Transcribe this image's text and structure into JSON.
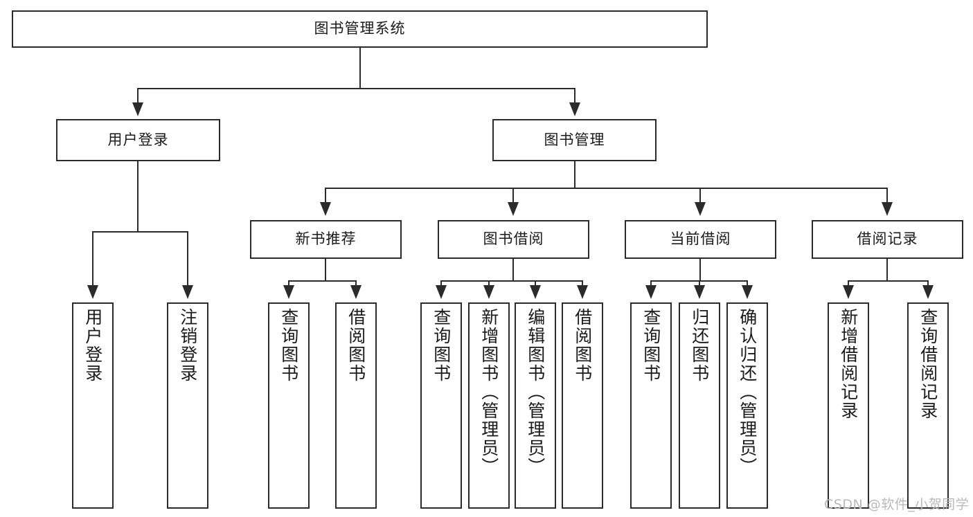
{
  "diagram": {
    "title": "图书管理系统",
    "type": "functional-structure-tree",
    "root": {
      "label": "图书管理系统"
    },
    "level2": [
      {
        "label": "用户登录"
      },
      {
        "label": "图书管理"
      }
    ],
    "level3": [
      {
        "label": "新书推荐"
      },
      {
        "label": "图书借阅"
      },
      {
        "label": "当前借阅"
      },
      {
        "label": "借阅记录"
      }
    ],
    "leaves": {
      "user_login": [
        {
          "label": "用户登录"
        },
        {
          "label": "注销登录"
        }
      ],
      "new_book_recommend": [
        {
          "label": "查询图书"
        },
        {
          "label": "借阅图书"
        }
      ],
      "book_borrow": [
        {
          "label": "查询图书"
        },
        {
          "label": "新增图书（管理员）"
        },
        {
          "label": "编辑图书（管理员）"
        },
        {
          "label": "借阅图书"
        }
      ],
      "current_borrow": [
        {
          "label": "查询图书"
        },
        {
          "label": "归还图书"
        },
        {
          "label": "确认归还（管理员）"
        }
      ],
      "borrow_record": [
        {
          "label": "新增借阅记录"
        },
        {
          "label": "查询借阅记录"
        }
      ]
    }
  },
  "watermark": {
    "text": "CSDN @软件_小贺同学"
  },
  "colors": {
    "stroke": "#2b2b2b",
    "fill": "#ffffff",
    "text": "#1a1a1a",
    "watermark": "#b9b9b9"
  }
}
